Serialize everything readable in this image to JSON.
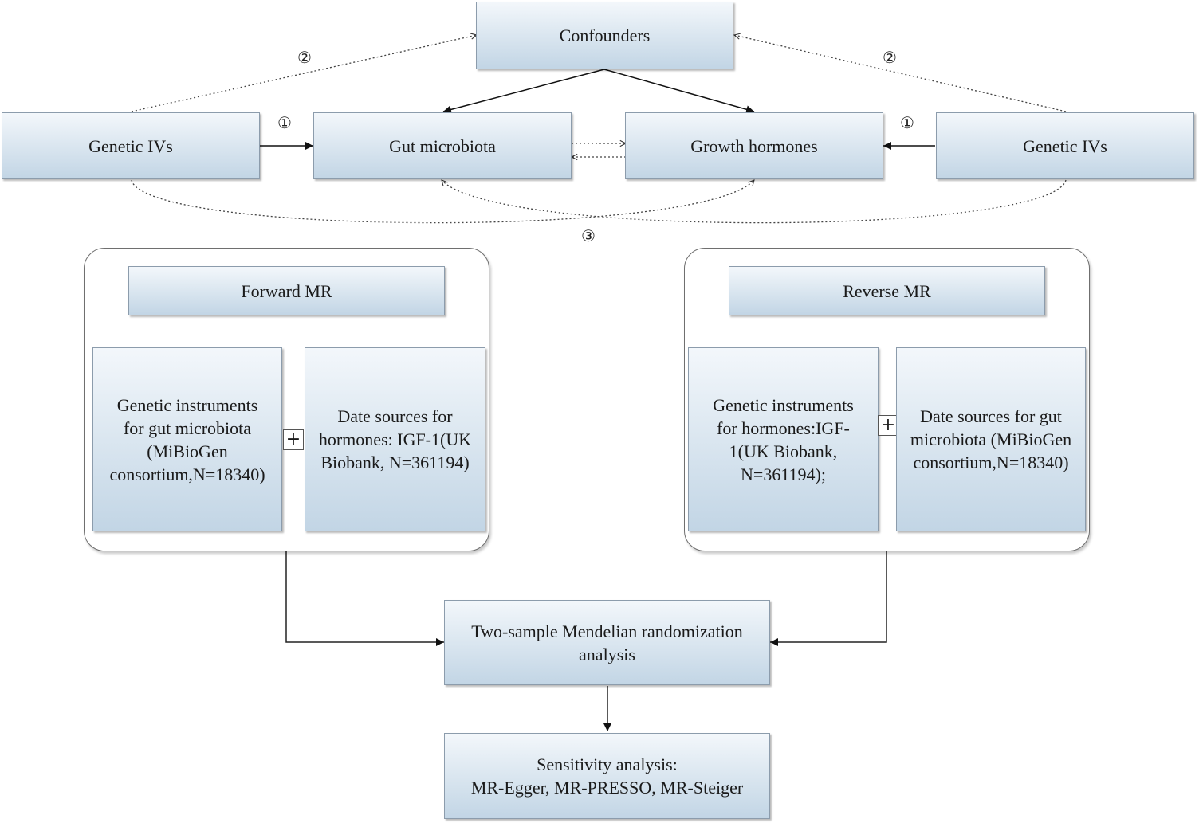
{
  "nodes": {
    "confounders": "Confounders",
    "genetic_ivs_left": "Genetic IVs",
    "gut_microbiota": "Gut microbiota",
    "growth_hormones": "Growth hormones",
    "genetic_ivs_right": "Genetic IVs"
  },
  "markers": {
    "one": "①",
    "two": "②",
    "three": "③"
  },
  "forward_mr": {
    "title": "Forward MR",
    "instruments": "Genetic instruments\nfor gut microbiota\n(MiBioGen\nconsortium,N=18340)",
    "plus": "+",
    "sources": "Date sources for\nhormones: IGF-1(UK\nBiobank, N=361194)"
  },
  "reverse_mr": {
    "title": "Reverse MR",
    "instruments": "Genetic instruments\nfor hormones:IGF-\n1(UK Biobank,\nN=361194);",
    "plus": "+",
    "sources": "Date sources for gut\nmicrobiota (MiBioGen\nconsortium,N=18340)"
  },
  "analysis": "Two-sample Mendelian randomization\nanalysis",
  "sensitivity": "Sensitivity analysis:\nMR-Egger, MR-PRESSO, MR-Steiger"
}
